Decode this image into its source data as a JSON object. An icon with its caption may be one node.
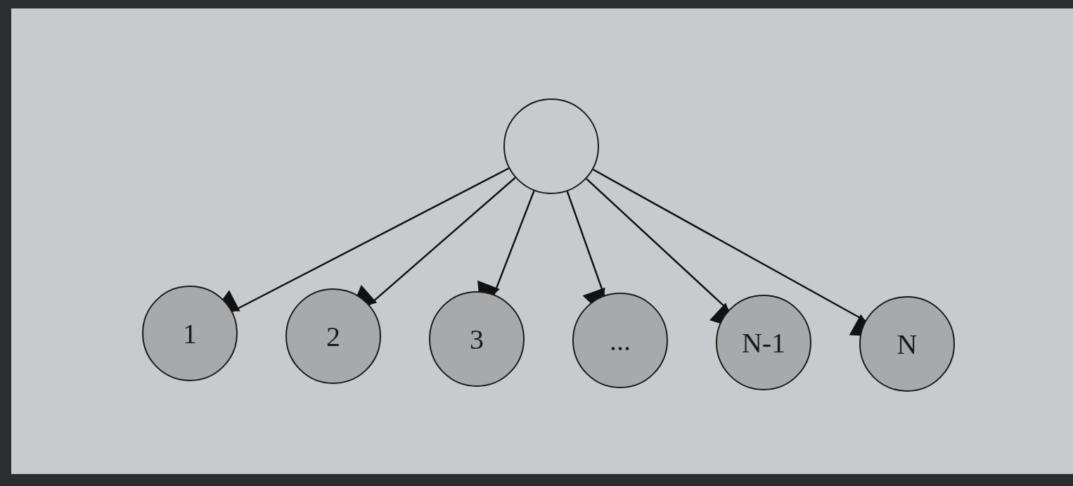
{
  "diagram": {
    "nodes": [
      {
        "text": [],
        "shape": "circle"
      },
      {
        "text": [
          "1"
        ]
      },
      {
        "text": [
          "2"
        ]
      },
      {
        "text": [
          "3"
        ]
      },
      {
        "text": [
          "..."
        ]
      },
      {
        "text": [
          "N-1"
        ]
      },
      {
        "text": [
          "N"
        ]
      }
    ],
    "edges": [
      {
        "from": 0,
        "to": 1,
        "arrow": "to"
      },
      {
        "from": 0,
        "to": 2,
        "arrow": "to"
      },
      {
        "from": 0,
        "to": 3,
        "arrow": "to"
      },
      {
        "from": 0,
        "to": 4,
        "arrow": "to"
      },
      {
        "from": 0,
        "to": 5,
        "arrow": "to"
      },
      {
        "from": 0,
        "to": 6,
        "arrow": "to"
      }
    ]
  }
}
